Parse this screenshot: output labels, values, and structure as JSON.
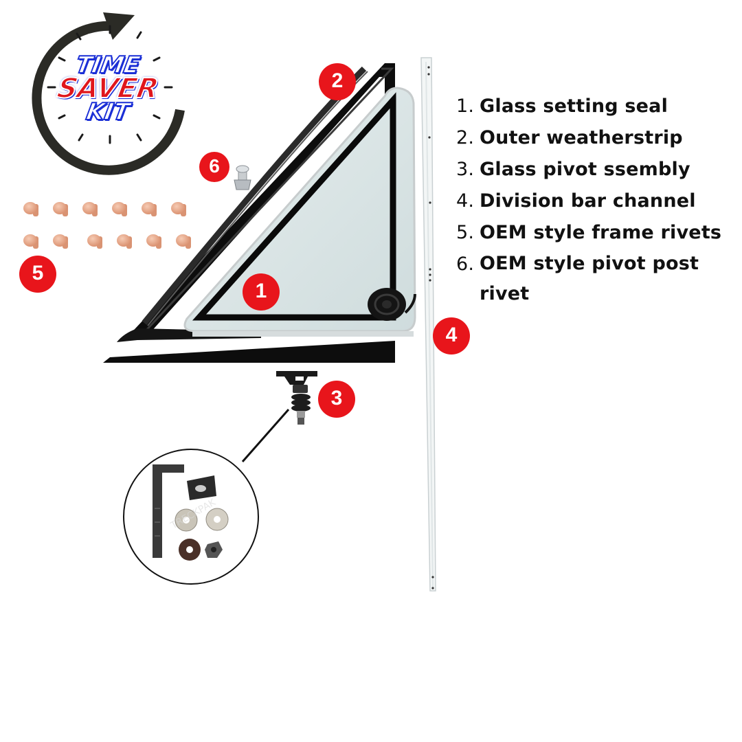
{
  "logo": {
    "line1": "TIME",
    "line2": "SAVER",
    "line3": "KIT"
  },
  "parts": [
    {
      "num": "1.",
      "label": "Glass setting seal"
    },
    {
      "num": "2.",
      "label": "Outer weatherstrip"
    },
    {
      "num": "3.",
      "label": "Glass pivot ssembly"
    },
    {
      "num": "4.",
      "label": "Division bar channel"
    },
    {
      "num": "5.",
      "label": "OEM style frame rivets"
    },
    {
      "num": "6.",
      "label": "OEM style pivot post rivet"
    }
  ],
  "badges": {
    "b1": "1",
    "b2": "2",
    "b3": "3",
    "b4": "4",
    "b5": "5",
    "b6": "6"
  },
  "colors": {
    "badge_red": "#e8151b",
    "logo_blue": "#1b2fd6",
    "logo_red": "#e0161c",
    "rivet_copper": "#e9a889",
    "glass_tint": "#dde7e8",
    "channel_white": "#f3f6f6"
  }
}
